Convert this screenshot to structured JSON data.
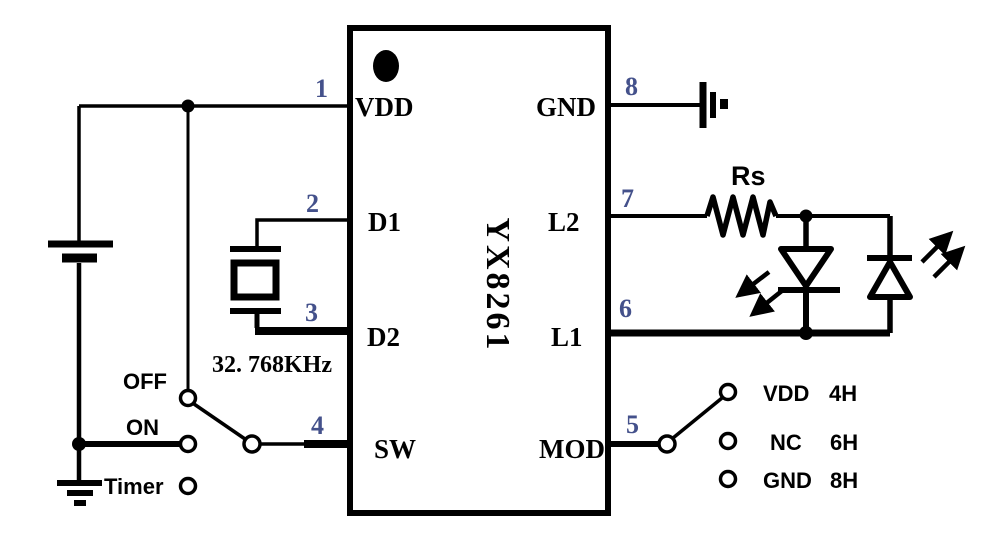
{
  "chip": {
    "name": "YX8261",
    "pins": [
      {
        "num": "1",
        "name": "VDD"
      },
      {
        "num": "2",
        "name": "D1"
      },
      {
        "num": "3",
        "name": "D2"
      },
      {
        "num": "4",
        "name": "SW"
      },
      {
        "num": "5",
        "name": "MOD"
      },
      {
        "num": "6",
        "name": "L1"
      },
      {
        "num": "7",
        "name": "L2"
      },
      {
        "num": "8",
        "name": "GND"
      }
    ]
  },
  "components": {
    "crystal_label": "32. 768KHz",
    "resistor_label": "Rs"
  },
  "power_switch": {
    "off_label": "OFF",
    "on_label": "ON",
    "timer_label": "Timer"
  },
  "mod_selector": [
    {
      "label": "VDD",
      "code": "4H"
    },
    {
      "label": "NC",
      "code": "6H"
    },
    {
      "label": "GND",
      "code": "8H"
    }
  ],
  "colors": {
    "wire": "#000000",
    "pin_number": "#44518b",
    "background": "#ffffff"
  }
}
